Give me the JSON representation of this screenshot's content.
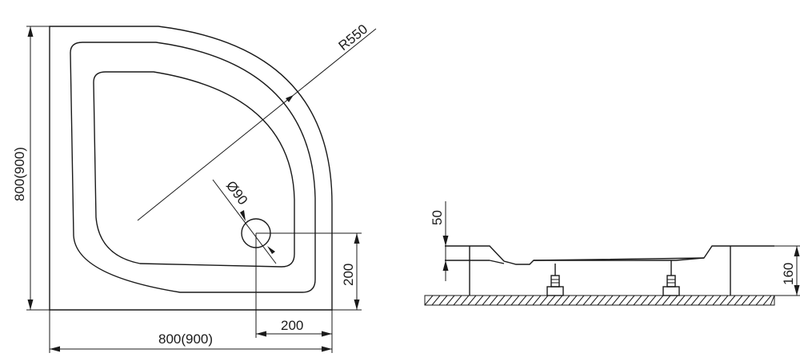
{
  "plan_view": {
    "radius_label": "R550",
    "drain_label": "Ø90",
    "height_label": "800(900)",
    "width_label": "800(900)",
    "drain_offset_x_label": "200",
    "drain_offset_y_label": "200"
  },
  "side_view": {
    "rim_label": "50",
    "height_label": "160"
  }
}
